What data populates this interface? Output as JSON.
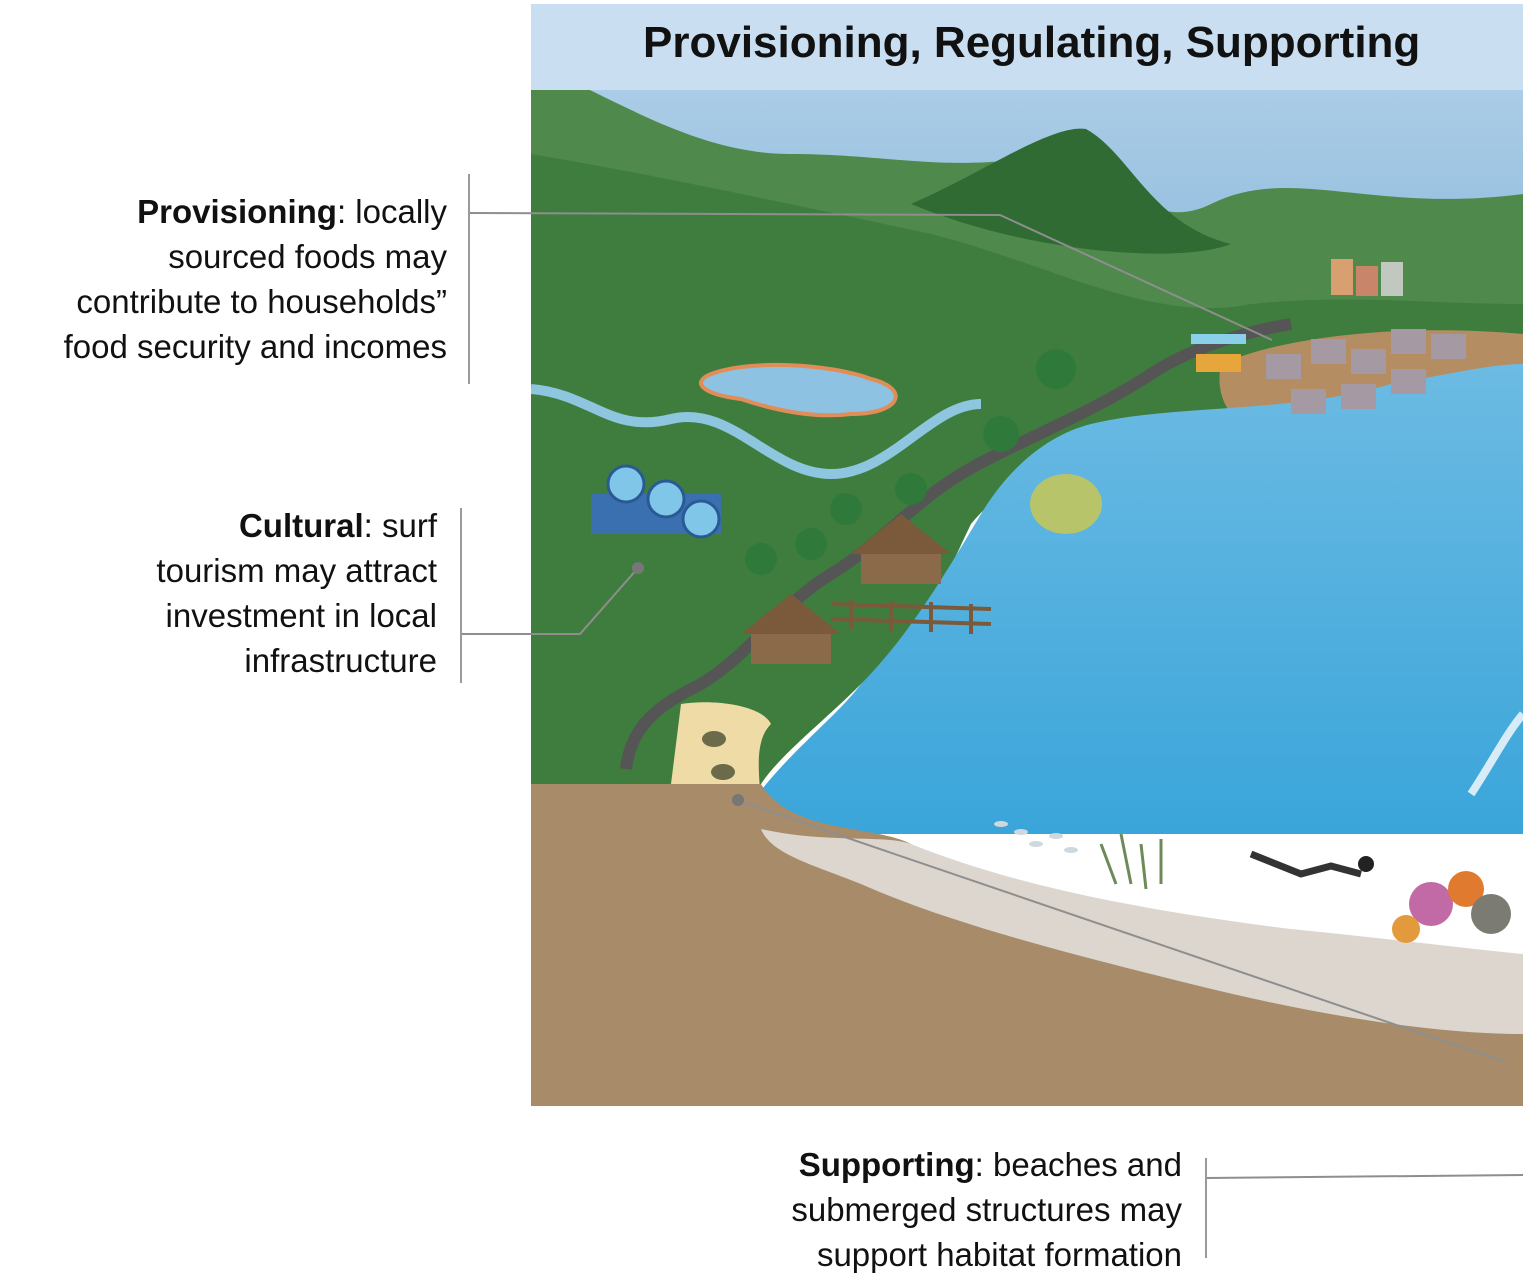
{
  "title": "Provisioning, Regulating, Supporting",
  "labels": {
    "provisioning": {
      "term": "Provisioning",
      "lines": [
        ": locally",
        "sourced foods may",
        "contribute to households”",
        "food security and incomes"
      ]
    },
    "cultural": {
      "term": "Cultural",
      "lines": [
        ": surf",
        "tourism may attract",
        "investment in local",
        "infrastructure"
      ]
    },
    "supporting": {
      "term": "Supporting",
      "lines": [
        ": beaches and",
        "submerged structures may",
        "support habitat formation"
      ]
    }
  },
  "colors": {
    "sky": "#a9cbe6",
    "title_band": "#c9def0",
    "hills": "#4f8a4c",
    "land": "#3f7d3e",
    "lagoon": "#5fb3df",
    "sand": "#efdba5",
    "seabed": "#a88c6a",
    "leader_line": "#9a9a9a"
  }
}
